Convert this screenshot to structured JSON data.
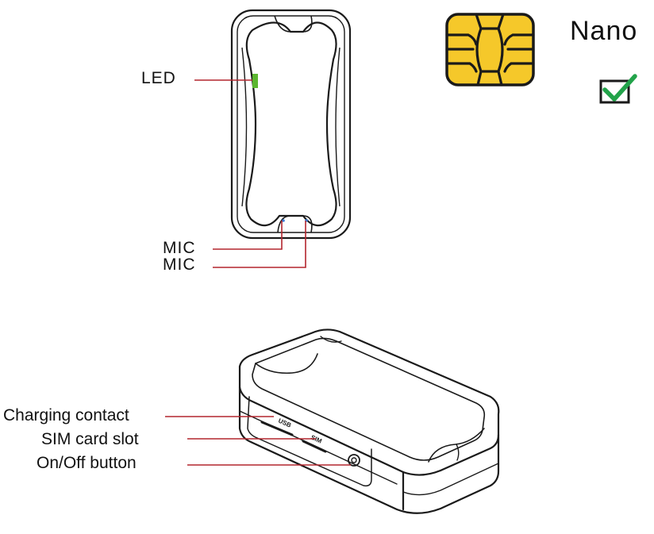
{
  "labels": {
    "led": "LED",
    "mic_1": "MIC",
    "mic_2": "MIC",
    "charging_contact": "Charging contact",
    "sim_card_slot": "SIM card slot",
    "on_off_button": "On/Off button",
    "nano": "Nano"
  },
  "port_labels": {
    "usb": "USB",
    "sim": "SIM"
  },
  "icons": {
    "sim_chip": "sim-chip-icon",
    "check": "checkbox-checked-icon"
  },
  "colors": {
    "outline": "#1a1a1a",
    "leader_line": "#b3262e",
    "led": "#5cb630",
    "chip_fill": "#f5c82a",
    "check_green": "#22a34a"
  }
}
